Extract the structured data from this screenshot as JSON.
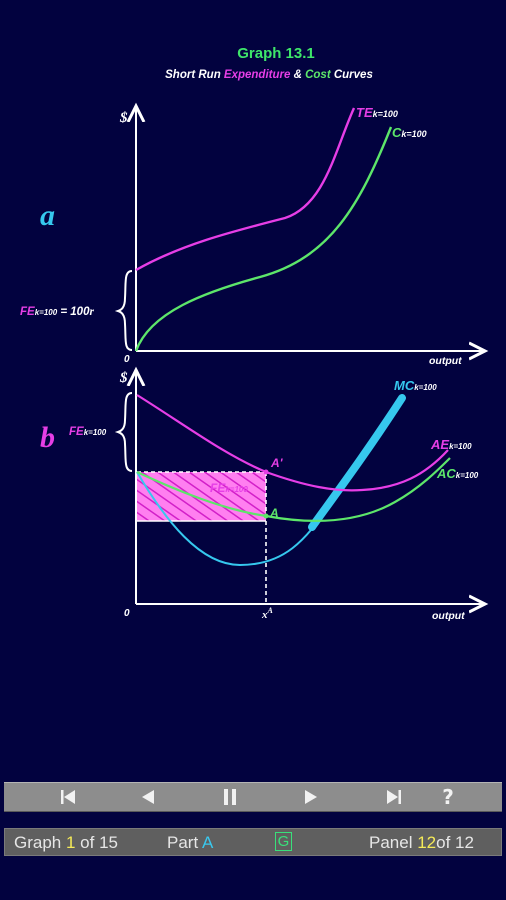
{
  "graph": {
    "title": "Graph 13.1",
    "subtitle_prefix": "Short Run ",
    "subtitle_expenditure": "Expenditure",
    "subtitle_and": " & ",
    "subtitle_cost": "Cost",
    "subtitle_suffix": " Curves"
  },
  "panel_a": {
    "label": "a",
    "y_axis_label": "$",
    "x_axis_label": "output",
    "origin_label": "0",
    "te_label": "TE",
    "te_sub": "k=100",
    "c_label": "C",
    "c_sub": "k=100",
    "fe_label": "FE",
    "fe_sub": "k=100",
    "fe_value": " = 100",
    "fe_unit": "r"
  },
  "panel_b": {
    "label": "b",
    "y_axis_label": "$",
    "x_axis_label": "output",
    "origin_label": "0",
    "fe_label": "FE",
    "fe_sub": "k=100",
    "mc_label": "MC",
    "mc_sub": "k=100",
    "ae_label": "AE",
    "ae_sub": "k=100",
    "ac_label": "AC",
    "ac_sub": "k=100",
    "point_a_prime": "A'",
    "point_a": "A",
    "rect_label": "FE",
    "rect_sub": "k=100",
    "x_marker": "x",
    "x_marker_sup": "A"
  },
  "colors": {
    "background": "#02023f",
    "te": "#e63ee6",
    "cost": "#5de66a",
    "mc": "#36c8ee",
    "title": "#3ee66a",
    "axis": "#ffffff"
  },
  "toolbar": {
    "buttons": [
      "first-icon",
      "previous-icon",
      "pause-icon",
      "play-icon",
      "last-icon",
      "help-icon"
    ],
    "help_label": "?"
  },
  "status": {
    "graph_prefix": "Graph ",
    "graph_current": "1",
    "graph_suffix": " of 15",
    "part_prefix": "Part ",
    "part_value": "A",
    "g_label": "G",
    "panel_prefix": "Panel ",
    "panel_current": "12",
    "panel_suffix": "of 12"
  }
}
